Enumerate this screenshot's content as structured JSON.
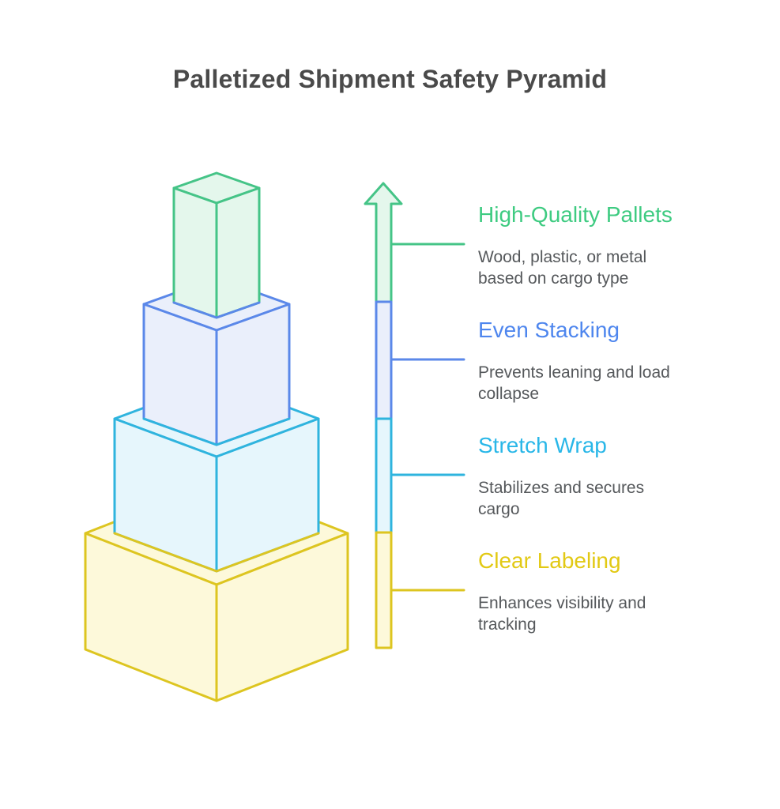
{
  "title": "Palletized Shipment Safety Pyramid",
  "title_color": "#4a4a4a",
  "description_color": "#55585b",
  "background_color": "#ffffff",
  "levels": [
    {
      "heading": "High-Quality Pallets",
      "lines": [
        "Wood, plastic, or metal",
        "based on cargo type"
      ],
      "heading_color": "#3ecb81",
      "stroke": "#45c487",
      "fill": "#e4f7ec"
    },
    {
      "heading": "Even Stacking",
      "lines": [
        "Prevents leaning and load",
        "collapse"
      ],
      "heading_color": "#4e86ee",
      "stroke": "#5b88e9",
      "fill": "#eaeffb"
    },
    {
      "heading": "Stretch Wrap",
      "lines": [
        "Stabilizes and secures",
        "cargo"
      ],
      "heading_color": "#29b7e8",
      "stroke": "#2fb4de",
      "fill": "#e6f6fc"
    },
    {
      "heading": "Clear Labeling",
      "lines": [
        "Enhances visibility and",
        "tracking"
      ],
      "heading_color": "#e2c914",
      "stroke": "#ddc520",
      "fill": "#fdf9da"
    }
  ]
}
